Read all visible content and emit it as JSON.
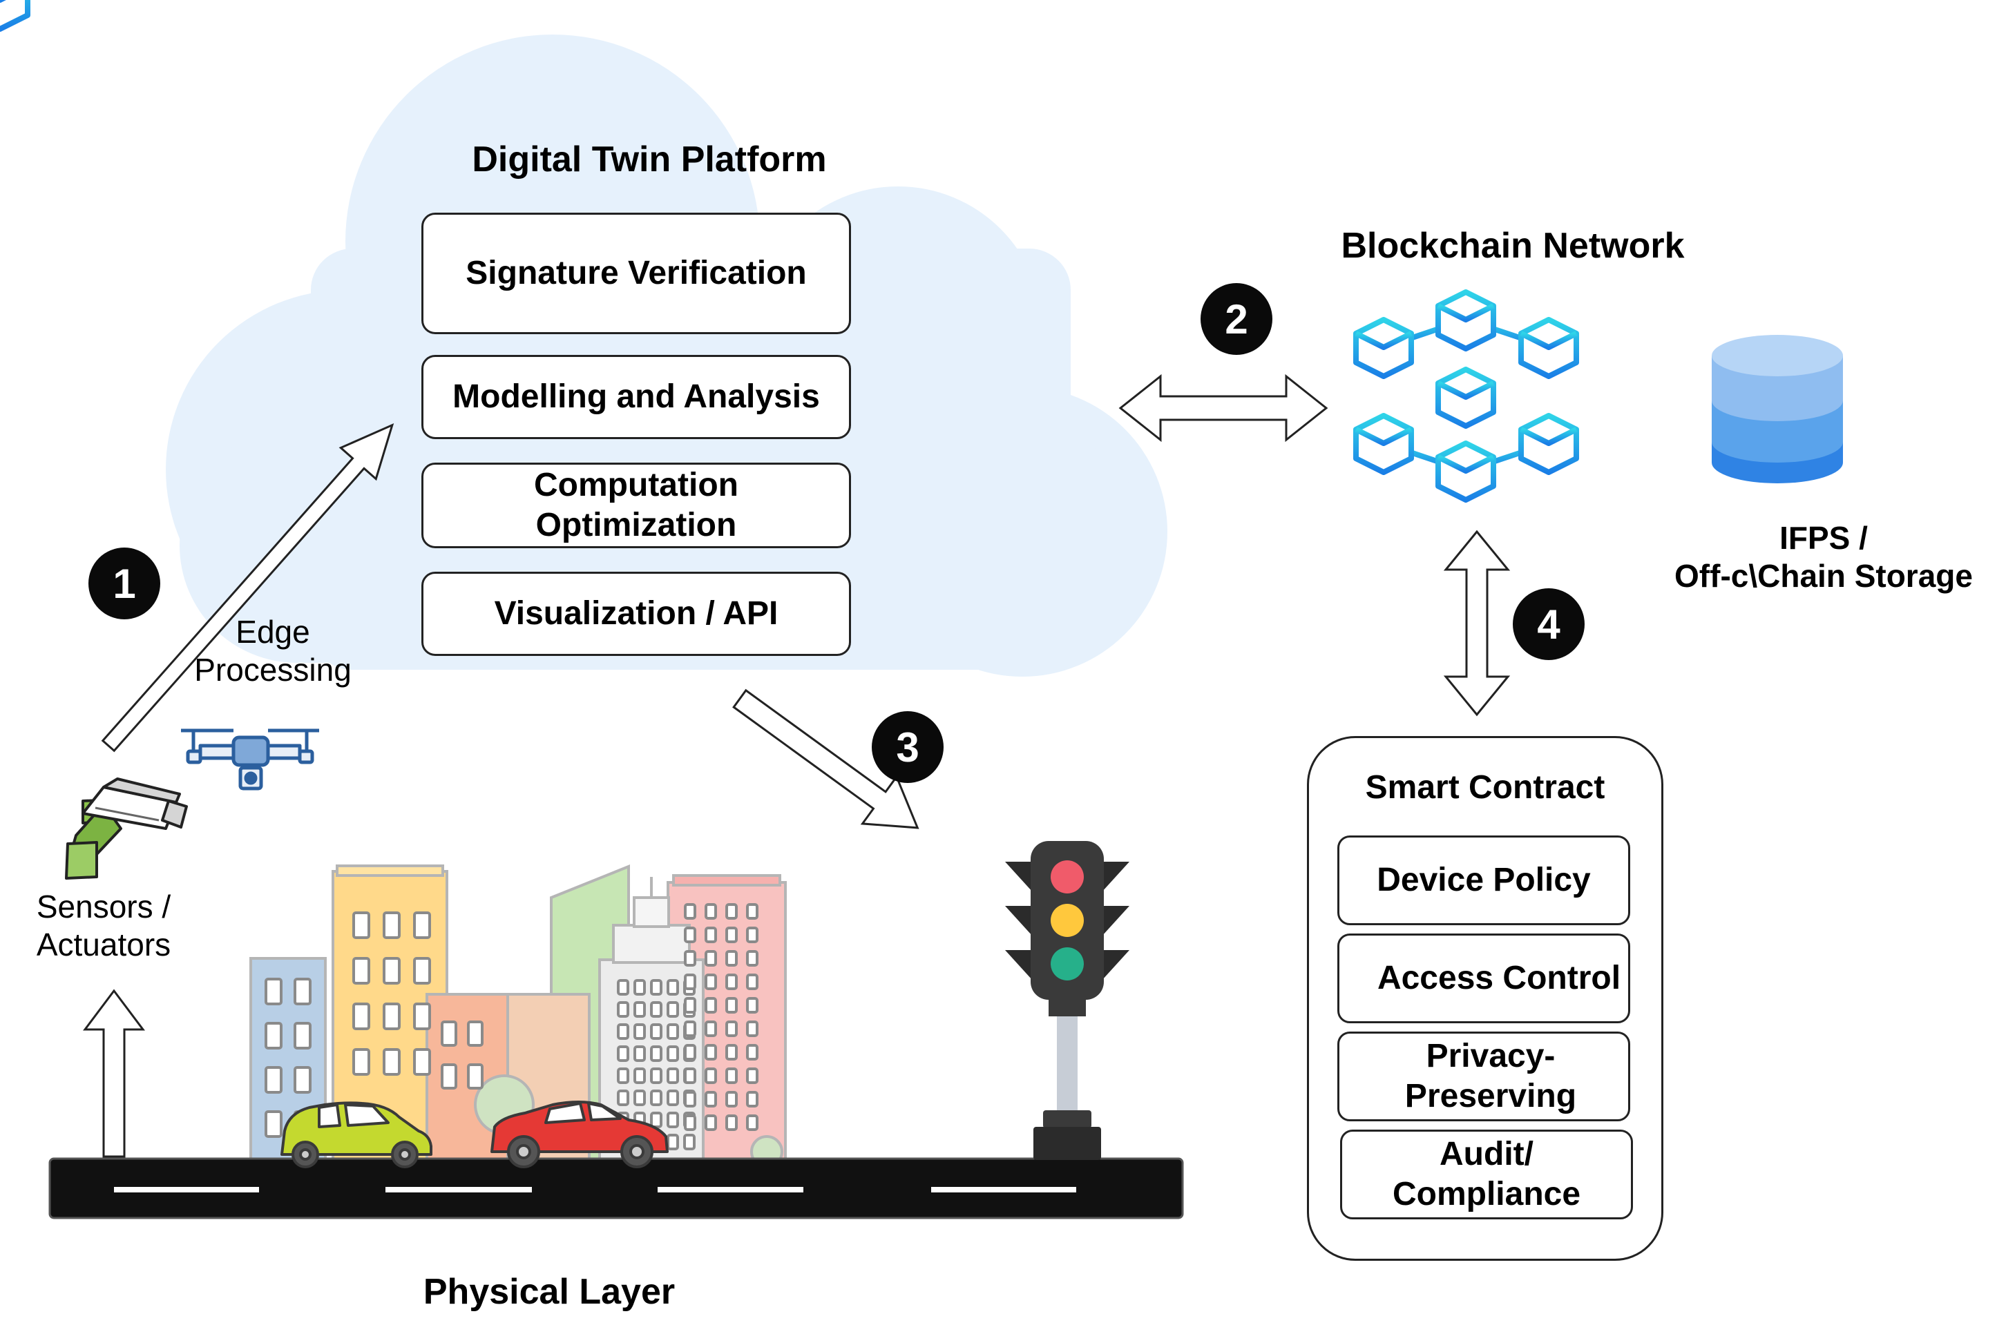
{
  "cloud": {
    "title": "Digital Twin Platform",
    "modules": [
      "Signature Verification",
      "Modelling and Analysis",
      "Computation\nOptimization",
      "Visualization / API"
    ]
  },
  "blockchain": {
    "title": "Blockchain Network"
  },
  "storage": {
    "label": "IFPS /\nOff-c\\Chain Storage"
  },
  "contract": {
    "title": "Smart Contract",
    "items": [
      "Device Policy",
      "Access Control",
      "Privacy-\nPreserving",
      "Audit/\nCompliance"
    ]
  },
  "physical": {
    "title": "Physical Layer",
    "sensors_label": "Sensors /\nActuators",
    "edge_label": "Edge\nProcessing"
  },
  "steps": [
    "1",
    "2",
    "3",
    "4"
  ],
  "colors": {
    "cloud": "#e6f1fc",
    "cube_light": "#2fd4e8",
    "cube_dark": "#1a7fe6",
    "db_light": "#a9cdf4",
    "db_mid": "#5aa3eb",
    "db_dark": "#2f83e4",
    "road": "#111111",
    "badge": "#0a0a0a"
  },
  "icons": [
    "drone-icon",
    "cctv-camera-icon",
    "traffic-light-icon",
    "city-buildings-icon",
    "green-car-icon",
    "red-car-icon",
    "blockchain-cubes-icon",
    "database-icon"
  ]
}
